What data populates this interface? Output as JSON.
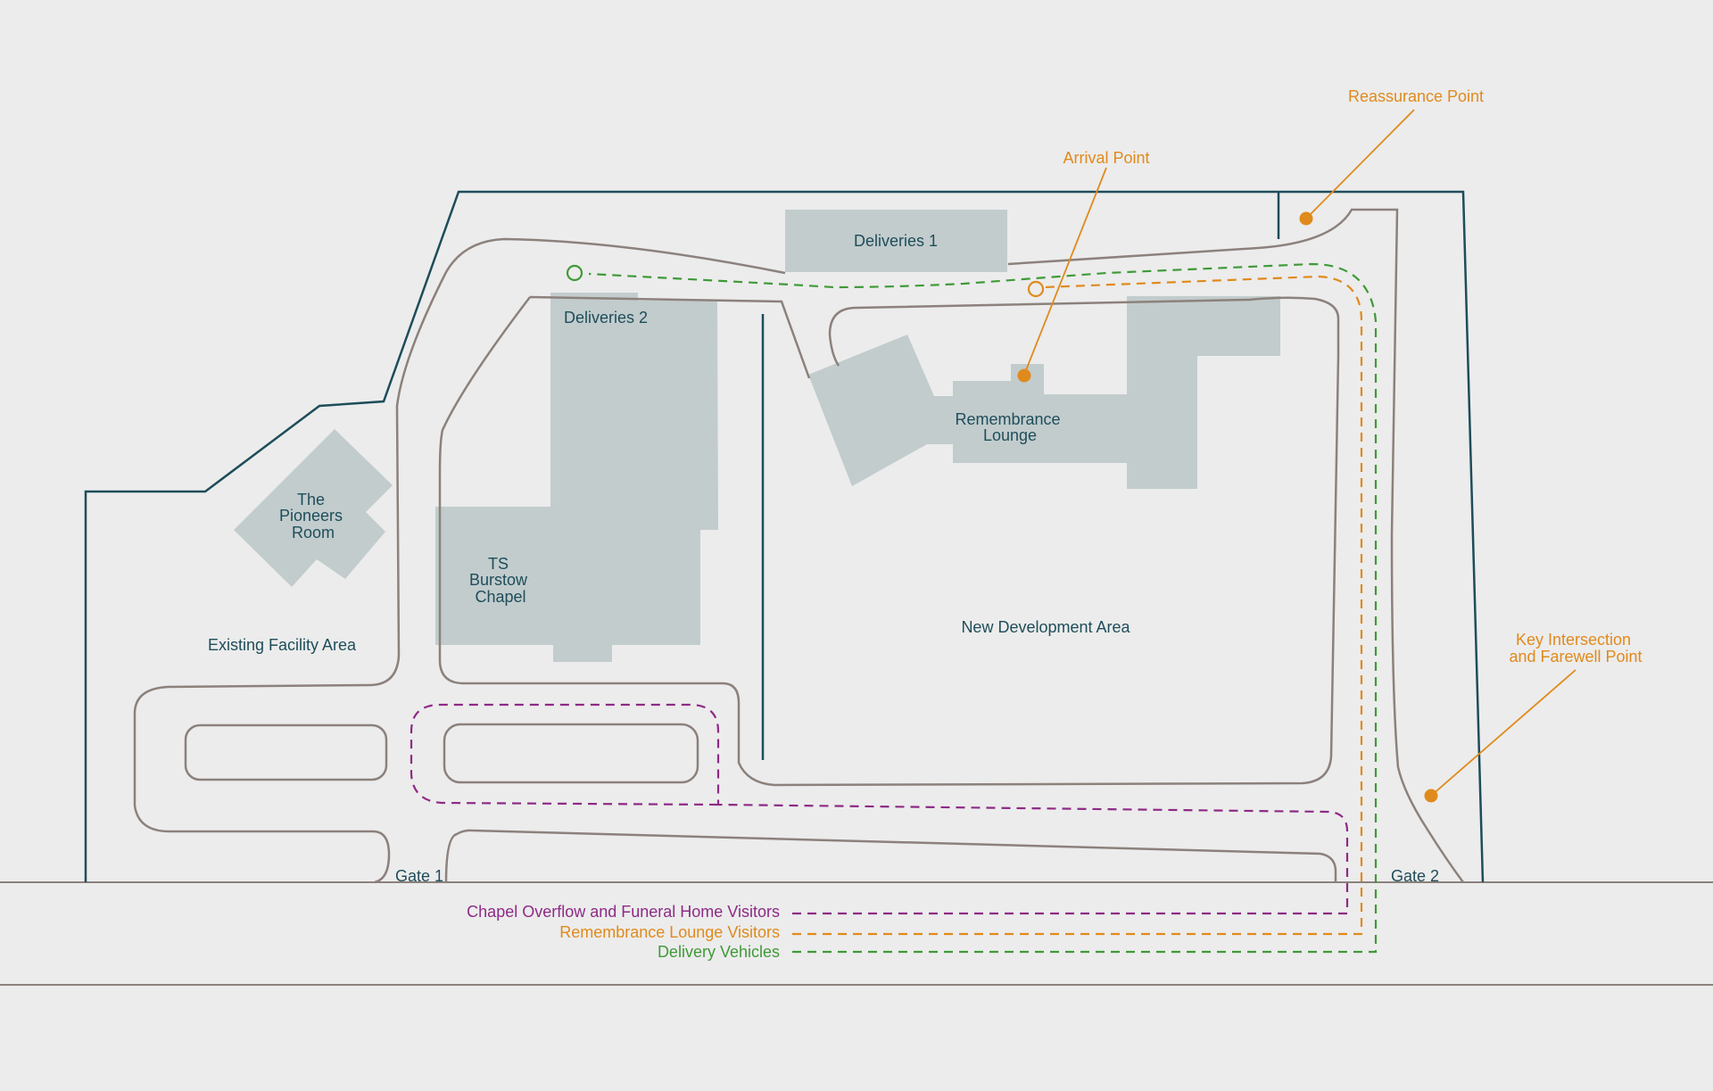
{
  "colors": {
    "background": "#ececec",
    "building": "#c2cccd",
    "road": "#8c817c",
    "boundary": "#1e4d5a",
    "label_dark": "#1e4d5a",
    "point_orange": "#e08a1c",
    "route_purple": "#8e2a86",
    "route_orange": "#e08a1c",
    "route_green": "#3f9a37"
  },
  "buildings": {
    "deliveries_1": "Deliveries 1",
    "deliveries_2": "Deliveries 2",
    "remembrance_lounge": [
      "Remembrance",
      "Lounge"
    ],
    "pioneers_room": [
      "The",
      "Pioneers",
      "Room"
    ],
    "ts_burstow_chapel": [
      "TS",
      "Burstow",
      "Chapel"
    ]
  },
  "areas": {
    "existing": "Existing Facility Area",
    "new_development": "New Development Area"
  },
  "gates": {
    "gate_1": "Gate 1",
    "gate_2": "Gate 2"
  },
  "points": {
    "reassurance": "Reassurance Point",
    "arrival": "Arrival Point",
    "key_intersection": [
      "Key Intersection",
      "and Farewell Point"
    ]
  },
  "legend": [
    {
      "label": "Chapel Overflow and Funeral Home Visitors",
      "color": "#8e2a86"
    },
    {
      "label": "Remembrance Lounge Visitors",
      "color": "#e08a1c"
    },
    {
      "label": "Delivery Vehicles",
      "color": "#3f9a37"
    }
  ]
}
